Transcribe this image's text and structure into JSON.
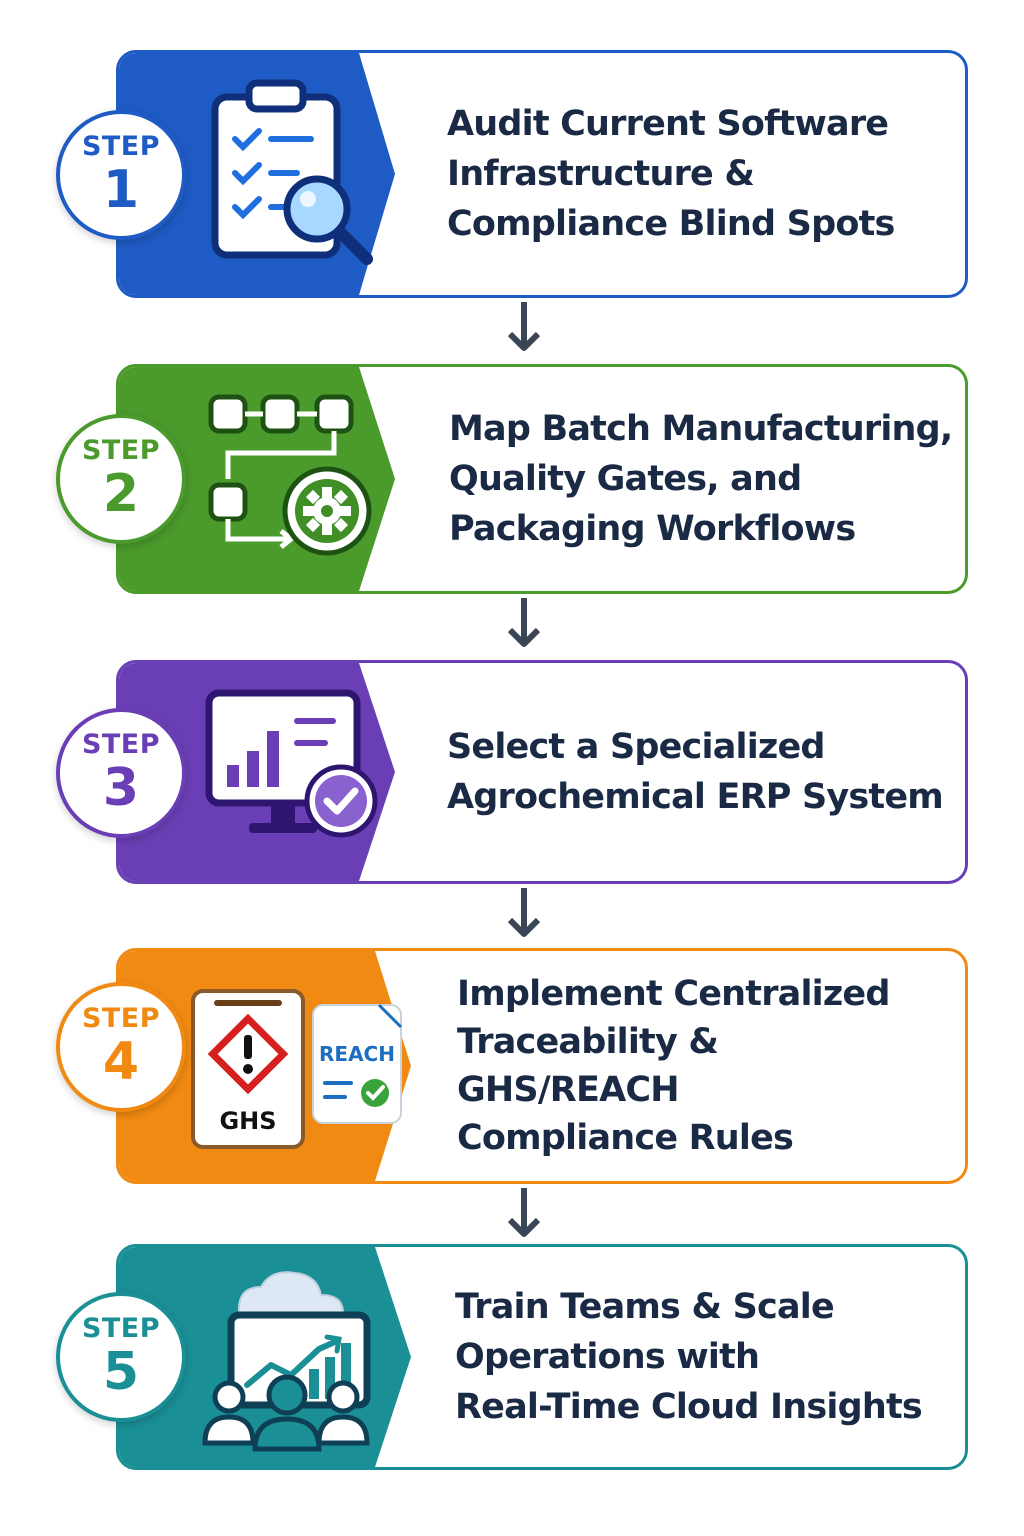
{
  "badge_word": "STEP",
  "steps": [
    {
      "number": "1",
      "color": "#1f5bc4",
      "icon": "clipboard-checklist-magnifier-icon",
      "lines": [
        "Audit Current Software",
        "Infrastructure &",
        "Compliance Blind Spots"
      ]
    },
    {
      "number": "2",
      "color": "#4a9a2c",
      "icon": "workflow-gear-icon",
      "lines": [
        "Map Batch Manufacturing,",
        "Quality Gates, and",
        "Packaging Workflows"
      ]
    },
    {
      "number": "3",
      "color": "#6a3fb5",
      "icon": "monitor-chart-check-icon",
      "lines": [
        "Select a Specialized",
        "Agrochemical ERP System"
      ]
    },
    {
      "number": "4",
      "color": "#f08a12",
      "icon": "ghs-reach-documents-icon",
      "lines": [
        "Implement Centralized",
        "Traceability &",
        "GHS/REACH",
        "Compliance Rules"
      ],
      "icon_labels": {
        "ghs": "GHS",
        "reach": "REACH"
      }
    },
    {
      "number": "5",
      "color": "#1a8f96",
      "icon": "cloud-analytics-team-icon",
      "lines": [
        "Train Teams & Scale",
        "Operations with",
        "Real-Time Cloud Insights"
      ]
    }
  ]
}
